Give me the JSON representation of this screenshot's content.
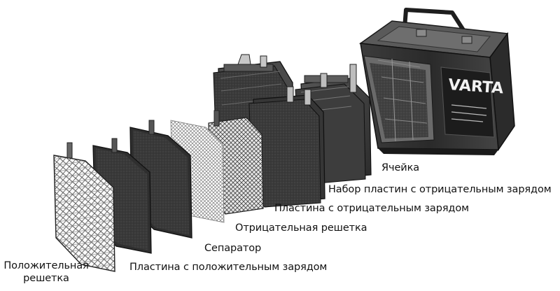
{
  "diagram": {
    "brand_text": "VARTA",
    "labels": {
      "cell": "Ячейка",
      "negative_plate_set": "Набор пластин с отрицательным зарядом",
      "negative_plate": "Пластина с отрицательным зарядом",
      "negative_grid": "Отрицательная решетка",
      "separator": "Сепаратор",
      "positive_plate": "Пластина с положительным зарядом",
      "positive_grid_line1": "Положительная",
      "positive_grid_line2": "решетка"
    }
  }
}
